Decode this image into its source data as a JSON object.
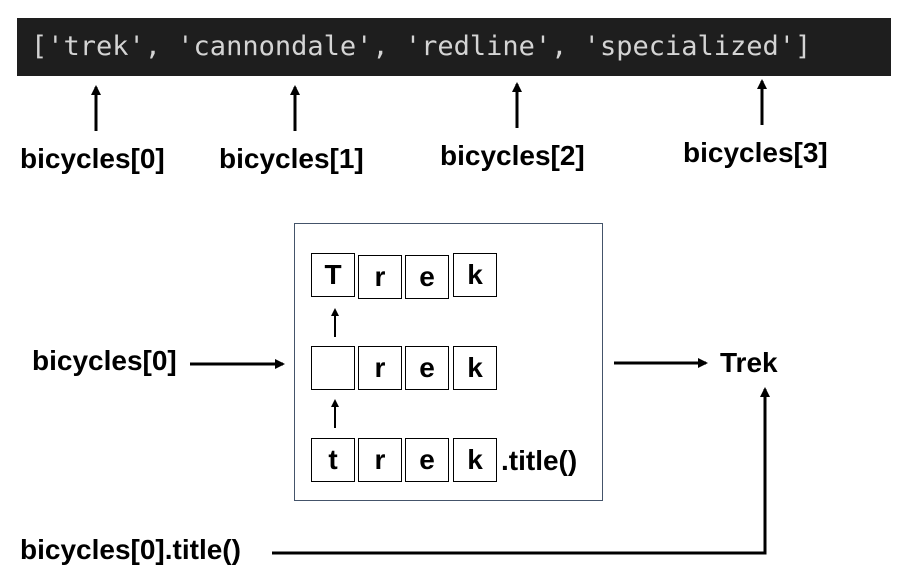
{
  "code_line": "['trek', 'cannondale', 'redline', 'specialized']",
  "index_labels": [
    "bicycles[0]",
    "bicycles[1]",
    "bicycles[2]",
    "bicycles[3]"
  ],
  "flow": {
    "input_label": "bicycles[0]",
    "output_label": "Trek",
    "call_label": "bicycles[0].title()",
    "method_label": ".title()"
  },
  "rows": {
    "top": [
      "T",
      "r",
      "e",
      "k"
    ],
    "middle": [
      "",
      "r",
      "e",
      "k"
    ],
    "bottom": [
      "t",
      "r",
      "e",
      "k"
    ]
  }
}
